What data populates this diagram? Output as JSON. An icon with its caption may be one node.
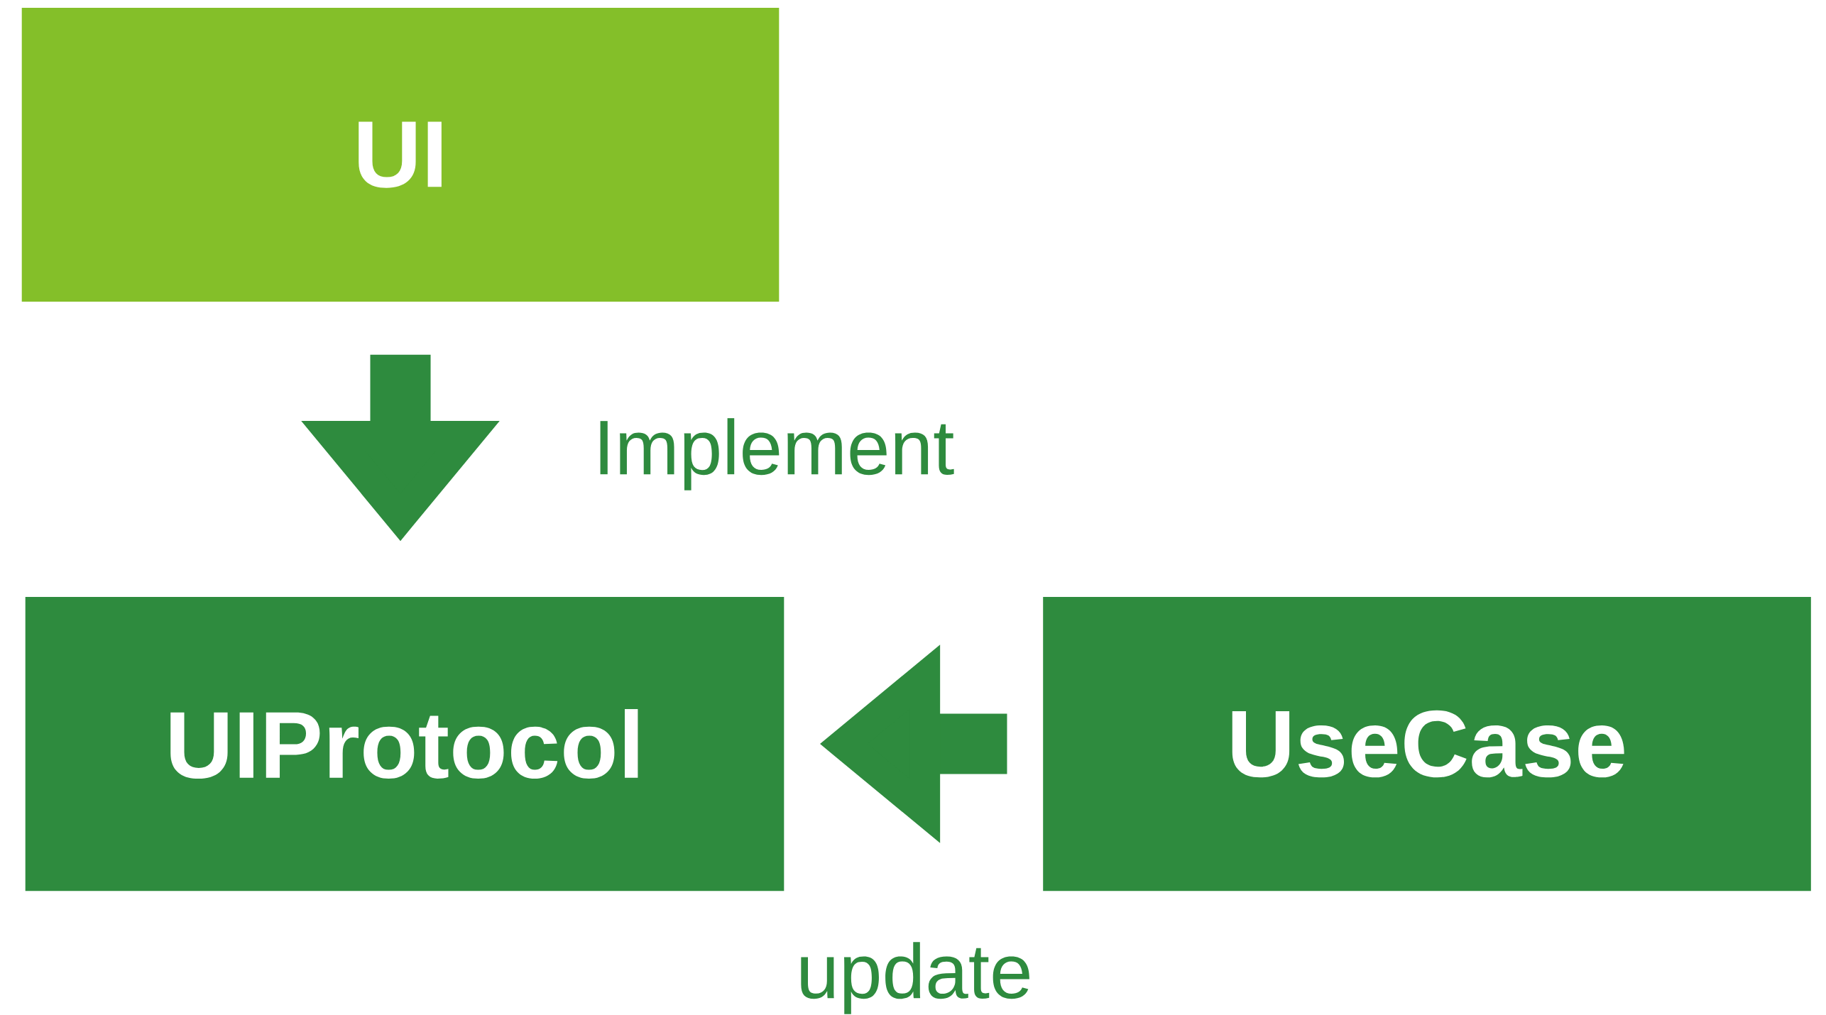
{
  "diagram": {
    "nodes": [
      {
        "text": [
          "UI"
        ]
      },
      {
        "text": [
          "UIProtocol"
        ]
      },
      {
        "text": [
          "UseCase"
        ]
      }
    ],
    "edges": [
      {
        "from": 0,
        "to": 1,
        "arrow": "to",
        "label": "Implement"
      },
      {
        "from": 2,
        "to": 1,
        "arrow": "to",
        "label": "update"
      }
    ]
  }
}
